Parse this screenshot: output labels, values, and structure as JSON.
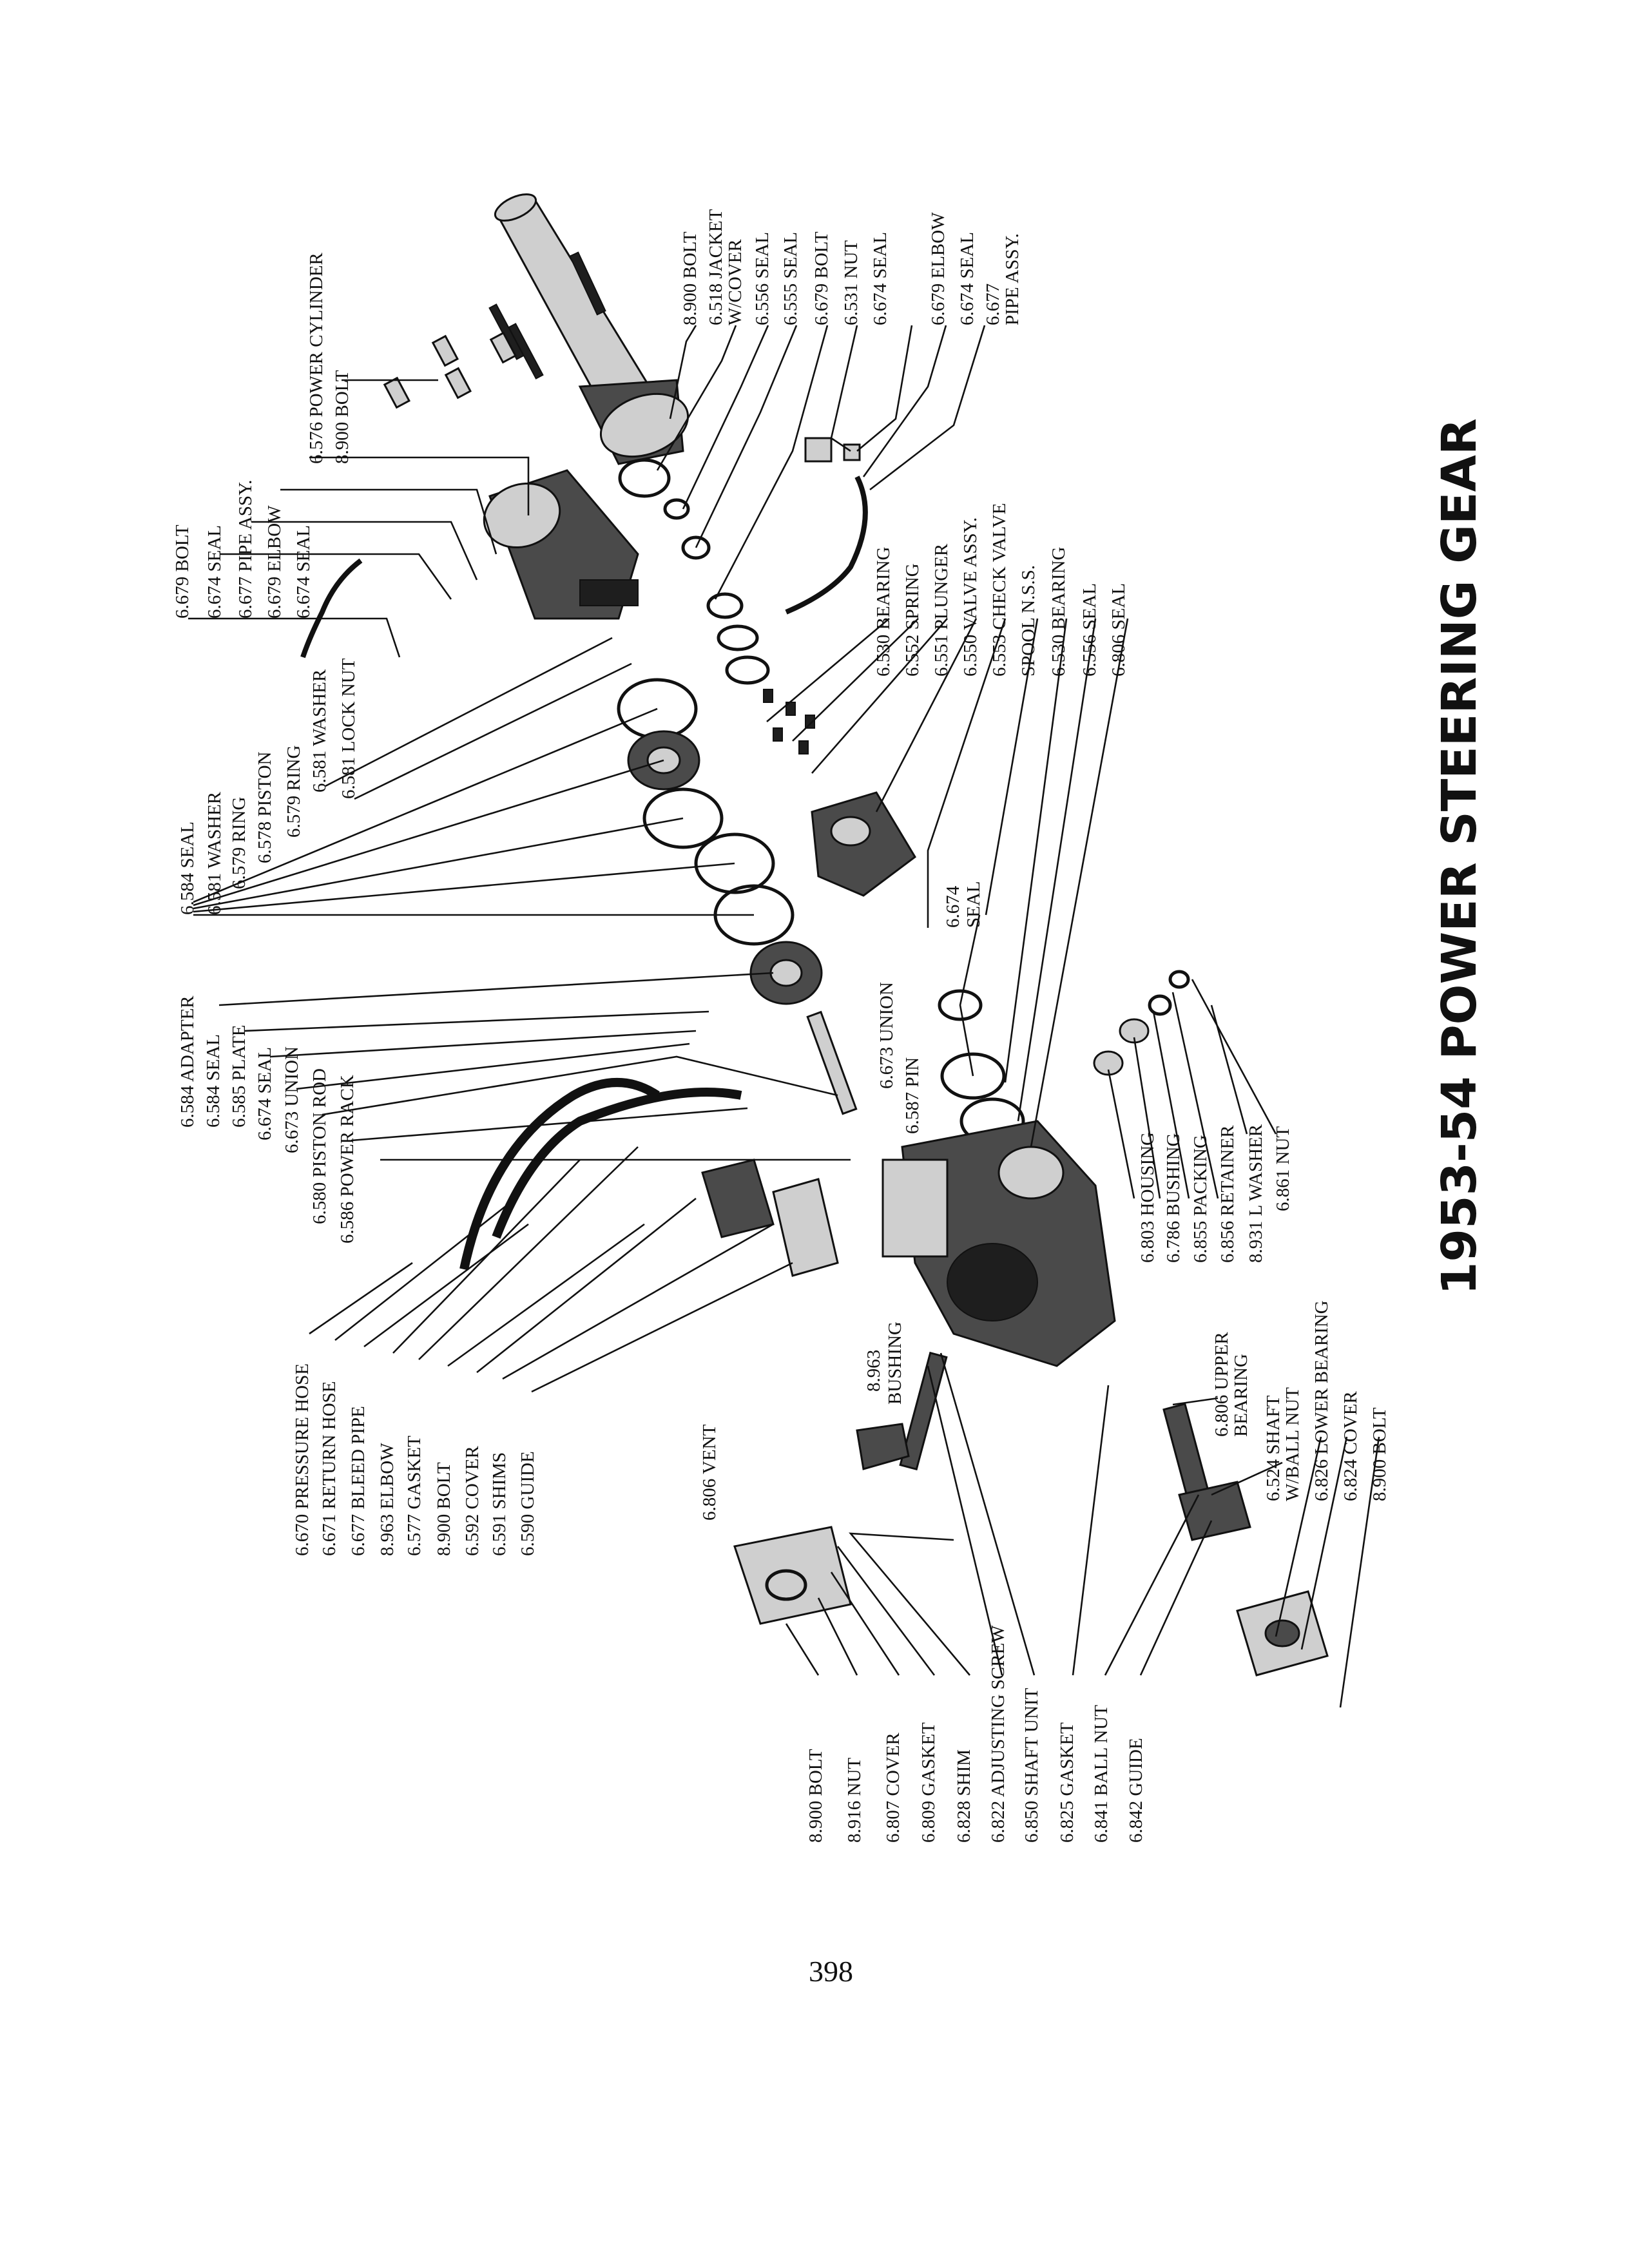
{
  "title": "1953-54 POWER STEERING GEAR",
  "page_number": "398",
  "labels": {
    "top_1": [
      "8.900 BOLT",
      "6.518 JACKET",
      "W/COVER",
      "6.556 SEAL",
      "6.555 SEAL",
      "6.679 BOLT",
      "6.531 NUT",
      "6.674 SEAL"
    ],
    "top_2": [
      "6.679 ELBOW",
      "6.674 SEAL",
      "6.677",
      "PIPE ASSY."
    ],
    "left_1": [
      "6.679 BOLT",
      "6.674 SEAL",
      "6.677 PIPE ASSY.",
      "6.679 ELBOW",
      "6.674 SEAL",
      "6.576 POWER CYLINDER",
      "8.900 BOLT"
    ],
    "left_2": [
      "6.581 WASHER",
      "6.581 LOCK NUT"
    ],
    "left_3": [
      "6.584 SEAL",
      "6.581 WASHER",
      "6.579 RING",
      "6.578 PISTON",
      "6.579 RING"
    ],
    "left_4": [
      "6.584 ADAPTER",
      "6.584 SEAL",
      "6.585 PLATE",
      "6.674 SEAL",
      "6.673 UNION",
      "6.580 PISTON ROD",
      "6.586 POWER RACK"
    ],
    "left_5": [
      "6.670 PRESSURE HOSE",
      "6.671 RETURN HOSE",
      "6.677 BLEED PIPE",
      "8.963 ELBOW",
      "6.577 GASKET",
      "8.900 BOLT",
      "6.592 COVER",
      "6.591 SHIMS",
      "6.590 GUIDE"
    ],
    "mid_1": [
      "6.530 BEARING",
      "6.552 SPRING",
      "6.551 PLUNGER",
      "6.550 VALVE ASSY.",
      "6.553 CHECK VALVE",
      "SPOOL N.S.S.",
      "6.530 BEARING",
      "6.556 SEAL",
      "6.806 SEAL"
    ],
    "mid_2": [
      "6.674",
      "SEAL"
    ],
    "mid_3": [
      "6.673 UNION",
      "6.587 PIN"
    ],
    "mid_4": [
      "8.963",
      "BUSHING"
    ],
    "mid_5": [
      "6.806 VENT"
    ],
    "right_1": [
      "6.803 HOUSING",
      "6.786 BUSHING",
      "6.855 PACKING",
      "6.856 RETAINER",
      "8.931 L WASHER",
      "6.861 NUT"
    ],
    "right_2": [
      "6.806 UPPER",
      "BEARING",
      "6.524 SHAFT",
      "W/BALL NUT",
      "6.826 LOWER BEARING",
      "6.824 COVER",
      "8.900 BOLT"
    ],
    "bottom_1": [
      "8.900 BOLT",
      "8.916 NUT",
      "6.807 COVER",
      "6.809 GASKET",
      "6.828 SHIM",
      "6.822 ADJUSTING SCREW",
      "6.850 SHAFT UNIT",
      "6.825 GASKET",
      "6.841 BALL NUT",
      "6.842 GUIDE"
    ]
  }
}
